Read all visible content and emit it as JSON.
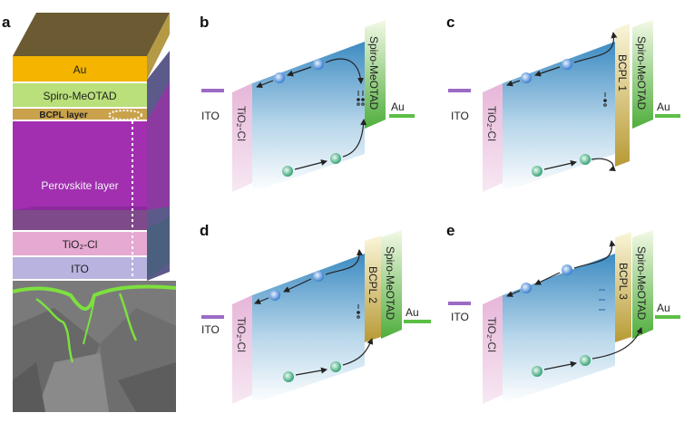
{
  "panel_letters": {
    "a": "a",
    "b": "b",
    "c": "c",
    "d": "d",
    "e": "e"
  },
  "stack": {
    "au": "Au",
    "spiro": "Spiro-MeOTAD",
    "bcpl": "BCPL layer",
    "perovskite": "Perovskite layer",
    "tio2": "TiO₂-Cl",
    "ito": "ITO"
  },
  "band_labels": {
    "ito": "ITO",
    "tio2": "TiO₂-Cl",
    "spiro": "Spiro-MeOTAD",
    "au": "Au",
    "bcpl1": "BCPL 1",
    "bcpl2": "BCPL 2",
    "bcpl3": "BCPL 3"
  },
  "colors": {
    "au": "#f4b400",
    "spiro": "#b9e07a",
    "perovskite": "#a12fb0",
    "tio2": "#e6a9d2",
    "ito": "#b9b3e0",
    "electrode_ito": "#9b6bc4",
    "electrode_au": "#5cbf45",
    "htl_green": "#5ab84a",
    "bcpl_gold": "#c4a84a",
    "electron": "#3b7fd0",
    "hole": "#3aa77a",
    "sem_boundary": "#7de03f"
  }
}
